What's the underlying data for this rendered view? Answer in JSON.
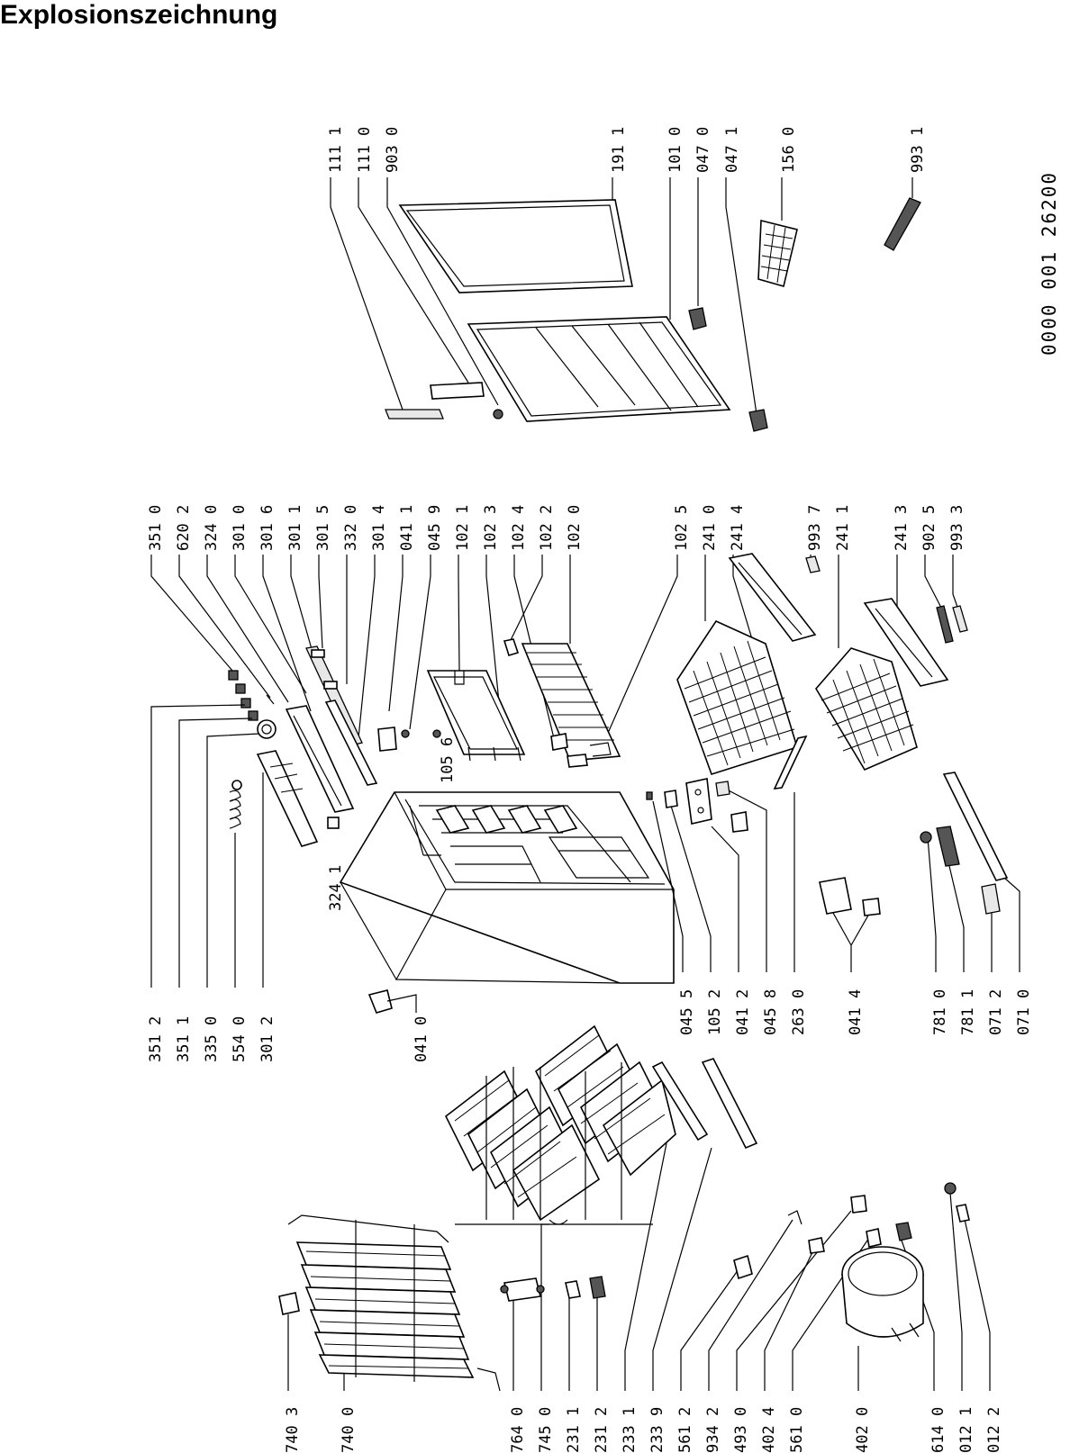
{
  "title": "Explosionszeichnung",
  "drawing_code": "0000 001 26200",
  "labels_top_right": [
    "111 1",
    "111 0",
    "903 0",
    "191 1",
    "101 0",
    "047 0",
    "047 1",
    "156 0",
    "993 1"
  ],
  "labels_top_mid": [
    "351 0",
    "620 2",
    "324 0",
    "301 0",
    "301 6",
    "301 1",
    "301 5",
    "332 0",
    "301 4",
    "041 1",
    "045 9",
    "102 1",
    "102 3",
    "102 4",
    "102 2",
    "102 0",
    "102 5",
    "241 0",
    "241 4",
    "993 7",
    "241 1",
    "241 3",
    "902 5",
    "993 3"
  ],
  "labels_mid_left": [
    "351 2",
    "351 1",
    "335 0",
    "554 0",
    "301 2"
  ],
  "label_041_0": "041 0",
  "label_324_1": "324 1",
  "label_105_6": "105 6",
  "labels_mid_bottom": [
    "045 5",
    "105 2",
    "041 2",
    "045 8",
    "263 0",
    "041 4",
    "781 0",
    "781 1",
    "071 2",
    "071 0"
  ],
  "labels_bottom": [
    "740 3",
    "740 0",
    "764 0",
    "745 0",
    "231 1",
    "231 2",
    "233 1",
    "233 9",
    "561 2",
    "934 2",
    "493 0",
    "402 4",
    "561 0",
    "402 0",
    "614 0",
    "012 1",
    "012 2"
  ]
}
